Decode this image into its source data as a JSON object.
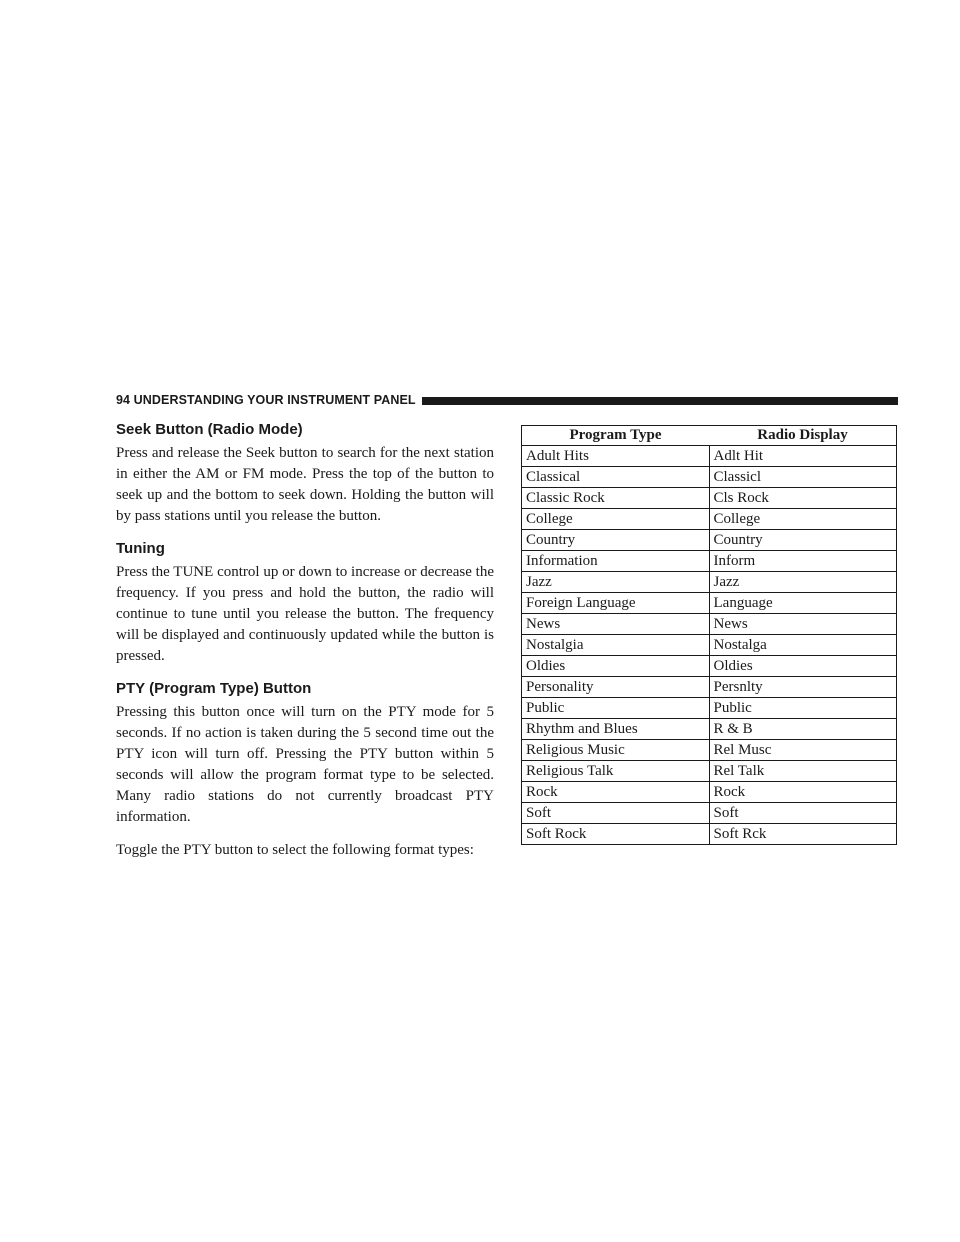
{
  "header": {
    "title": "94   UNDERSTANDING YOUR INSTRUMENT PANEL"
  },
  "sections": [
    {
      "title": "Seek Button (Radio Mode)",
      "paragraphs": [
        "Press and release the Seek button to search for the next station in either the AM or FM mode. Press the top of the button to seek up and the bottom to seek down. Holding the button will by pass stations until you release the button."
      ]
    },
    {
      "title": "Tuning",
      "paragraphs": [
        "Press the TUNE control up or down to increase or decrease the frequency. If you press and hold the button, the radio will continue to tune until you release the button. The frequency will be displayed and continu­ously updated while the button is pressed."
      ]
    },
    {
      "title": "PTY (Program Type) Button",
      "paragraphs": [
        "Pressing this button once will turn on the PTY mode for 5 seconds. If no action is taken during the 5 second time out the PTY icon will turn off. Pressing the PTY button within 5 seconds will allow the program format type to be selected. Many radio stations do not currently broad­cast PTY information.",
        "Toggle the PTY button to select the following format types:"
      ]
    }
  ],
  "table": {
    "columns": [
      "Program Type",
      "Radio Display"
    ],
    "rows": [
      [
        "Adult Hits",
        "Adlt Hit"
      ],
      [
        "Classical",
        "Classicl"
      ],
      [
        "Classic Rock",
        "Cls Rock"
      ],
      [
        "College",
        "College"
      ],
      [
        "Country",
        "Country"
      ],
      [
        "Information",
        "Inform"
      ],
      [
        "Jazz",
        "Jazz"
      ],
      [
        "Foreign Language",
        "Language"
      ],
      [
        "News",
        "News"
      ],
      [
        "Nostalgia",
        "Nostalga"
      ],
      [
        "Oldies",
        "Oldies"
      ],
      [
        "Personality",
        "Persnlty"
      ],
      [
        "Public",
        "Public"
      ],
      [
        "Rhythm and Blues",
        "R & B"
      ],
      [
        "Religious Music",
        "Rel Musc"
      ],
      [
        "Religious Talk",
        "Rel Talk"
      ],
      [
        "Rock",
        "Rock"
      ],
      [
        "Soft",
        "Soft"
      ],
      [
        "Soft Rock",
        "Soft Rck"
      ]
    ]
  }
}
